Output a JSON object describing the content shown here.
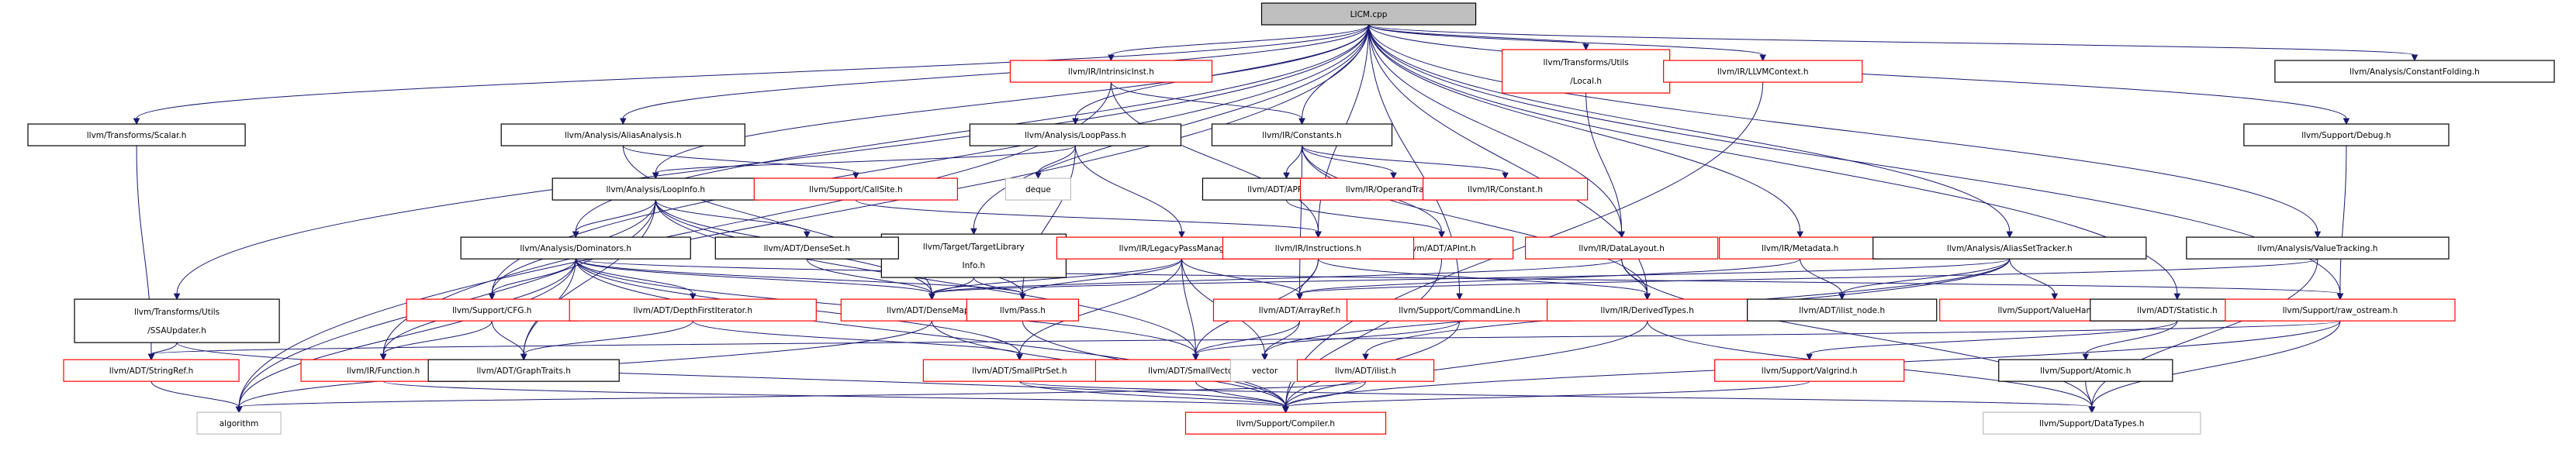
{
  "colors": {
    "edge": "#191970",
    "root_fill": "#bfbfbf",
    "border_documented": "#000000",
    "border_undocumented": "#ff0000",
    "border_external": "#bfbfbf"
  },
  "nodes": [
    {
      "id": "root",
      "label": [
        "LICM.cpp"
      ],
      "kind": "root"
    },
    {
      "id": "intrinsic",
      "label": [
        "llvm/IR/IntrinsicInst.h"
      ],
      "kind": "red"
    },
    {
      "id": "localh",
      "label": [
        "llvm/Transforms/Utils",
        "/Local.h"
      ],
      "kind": "red"
    },
    {
      "id": "llvmctx",
      "label": [
        "llvm/IR/LLVMContext.h"
      ],
      "kind": "red"
    },
    {
      "id": "constfold",
      "label": [
        "llvm/Analysis/ConstantFolding.h"
      ],
      "kind": "black"
    },
    {
      "id": "scalar",
      "label": [
        "llvm/Transforms/Scalar.h"
      ],
      "kind": "black"
    },
    {
      "id": "aliasan",
      "label": [
        "llvm/Analysis/AliasAnalysis.h"
      ],
      "kind": "black"
    },
    {
      "id": "looppass",
      "label": [
        "llvm/Analysis/LoopPass.h"
      ],
      "kind": "black"
    },
    {
      "id": "constants",
      "label": [
        "llvm/IR/Constants.h"
      ],
      "kind": "black"
    },
    {
      "id": "debug",
      "label": [
        "llvm/Support/Debug.h"
      ],
      "kind": "black"
    },
    {
      "id": "loopinfo",
      "label": [
        "llvm/Analysis/LoopInfo.h"
      ],
      "kind": "black"
    },
    {
      "id": "deque",
      "label": [
        "deque"
      ],
      "kind": "gray"
    },
    {
      "id": "callsite",
      "label": [
        "llvm/Support/CallSite.h"
      ],
      "kind": "red"
    },
    {
      "id": "apfloat",
      "label": [
        "llvm/ADT/APFloat.h"
      ],
      "kind": "black"
    },
    {
      "id": "opertraits",
      "label": [
        "llvm/IR/OperandTraits.h"
      ],
      "kind": "red"
    },
    {
      "id": "constanth",
      "label": [
        "llvm/IR/Constant.h"
      ],
      "kind": "red"
    },
    {
      "id": "apint",
      "label": [
        "llvm/ADT/APInt.h"
      ],
      "kind": "red"
    },
    {
      "id": "tli",
      "label": [
        "llvm/Target/TargetLibrary",
        "Info.h"
      ],
      "kind": "black"
    },
    {
      "id": "dominators",
      "label": [
        "llvm/Analysis/Dominators.h"
      ],
      "kind": "black"
    },
    {
      "id": "denseset",
      "label": [
        "llvm/ADT/DenseSet.h"
      ],
      "kind": "black"
    },
    {
      "id": "legacypm",
      "label": [
        "llvm/IR/LegacyPassManagers.h"
      ],
      "kind": "red"
    },
    {
      "id": "instructions",
      "label": [
        "llvm/IR/Instructions.h"
      ],
      "kind": "red"
    },
    {
      "id": "datalayout",
      "label": [
        "llvm/IR/DataLayout.h"
      ],
      "kind": "red"
    },
    {
      "id": "metadata",
      "label": [
        "llvm/IR/Metadata.h"
      ],
      "kind": "red"
    },
    {
      "id": "ast",
      "label": [
        "llvm/Analysis/AliasSetTracker.h"
      ],
      "kind": "black"
    },
    {
      "id": "valtrack",
      "label": [
        "llvm/Analysis/ValueTracking.h"
      ],
      "kind": "black"
    },
    {
      "id": "ssaupd",
      "label": [
        "llvm/Transforms/Utils",
        "/SSAUpdater.h"
      ],
      "kind": "black"
    },
    {
      "id": "supcfg",
      "label": [
        "llvm/Support/CFG.h"
      ],
      "kind": "red"
    },
    {
      "id": "dfiter",
      "label": [
        "llvm/ADT/DepthFirstIterator.h"
      ],
      "kind": "red"
    },
    {
      "id": "densemap",
      "label": [
        "llvm/ADT/DenseMap.h"
      ],
      "kind": "red"
    },
    {
      "id": "pass",
      "label": [
        "llvm/Pass.h"
      ],
      "kind": "red"
    },
    {
      "id": "arrayref",
      "label": [
        "llvm/ADT/ArrayRef.h"
      ],
      "kind": "red"
    },
    {
      "id": "cmdline",
      "label": [
        "llvm/Support/CommandLine.h"
      ],
      "kind": "red"
    },
    {
      "id": "derivedtypes",
      "label": [
        "llvm/IR/DerivedTypes.h"
      ],
      "kind": "red"
    },
    {
      "id": "ilistnode",
      "label": [
        "llvm/ADT/ilist_node.h"
      ],
      "kind": "black"
    },
    {
      "id": "valhandle",
      "label": [
        "llvm/Support/ValueHandle.h"
      ],
      "kind": "red"
    },
    {
      "id": "statistic",
      "label": [
        "llvm/ADT/Statistic.h"
      ],
      "kind": "black"
    },
    {
      "id": "rawos",
      "label": [
        "llvm/Support/raw_ostream.h"
      ],
      "kind": "red"
    },
    {
      "id": "stringref",
      "label": [
        "llvm/ADT/StringRef.h"
      ],
      "kind": "red"
    },
    {
      "id": "function",
      "label": [
        "llvm/IR/Function.h"
      ],
      "kind": "red"
    },
    {
      "id": "graphtraits",
      "label": [
        "llvm/ADT/GraphTraits.h"
      ],
      "kind": "black"
    },
    {
      "id": "smallptrset",
      "label": [
        "llvm/ADT/SmallPtrSet.h"
      ],
      "kind": "red"
    },
    {
      "id": "smallvector",
      "label": [
        "llvm/ADT/SmallVector.h"
      ],
      "kind": "red"
    },
    {
      "id": "vector",
      "label": [
        "vector"
      ],
      "kind": "gray"
    },
    {
      "id": "ilist",
      "label": [
        "llvm/ADT/ilist.h"
      ],
      "kind": "red"
    },
    {
      "id": "valgrind",
      "label": [
        "llvm/Support/Valgrind.h"
      ],
      "kind": "red"
    },
    {
      "id": "atomic",
      "label": [
        "llvm/Support/Atomic.h"
      ],
      "kind": "black"
    },
    {
      "id": "algorithm",
      "label": [
        "algorithm"
      ],
      "kind": "gray"
    },
    {
      "id": "compiler",
      "label": [
        "llvm/Support/Compiler.h"
      ],
      "kind": "red"
    },
    {
      "id": "datatypes",
      "label": [
        "llvm/Support/DataTypes.h"
      ],
      "kind": "gray"
    }
  ],
  "edges": [
    [
      "root",
      "algorithm"
    ],
    [
      "root",
      "scalar"
    ],
    [
      "root",
      "ssaupd"
    ],
    [
      "root",
      "supcfg"
    ],
    [
      "root",
      "aliasan"
    ],
    [
      "root",
      "dominators"
    ],
    [
      "root",
      "loopinfo"
    ],
    [
      "root",
      "intrinsic"
    ],
    [
      "root",
      "looppass"
    ],
    [
      "root",
      "tli"
    ],
    [
      "root",
      "instructions"
    ],
    [
      "root",
      "constants"
    ],
    [
      "root",
      "localh"
    ],
    [
      "root",
      "datalayout"
    ],
    [
      "root",
      "llvmctx"
    ],
    [
      "root",
      "metadata"
    ],
    [
      "root",
      "cmdline"
    ],
    [
      "root",
      "derivedtypes"
    ],
    [
      "root",
      "ast"
    ],
    [
      "root",
      "valtrack"
    ],
    [
      "root",
      "statistic"
    ],
    [
      "root",
      "constfold"
    ],
    [
      "root",
      "debug"
    ],
    [
      "root",
      "rawos"
    ],
    [
      "intrinsic",
      "constants"
    ],
    [
      "intrinsic",
      "function"
    ],
    [
      "intrinsic",
      "instructions"
    ],
    [
      "localh",
      "datalayout"
    ],
    [
      "llvmctx",
      "compiler"
    ],
    [
      "scalar",
      "stringref"
    ],
    [
      "aliasan",
      "callsite"
    ],
    [
      "aliasan",
      "densemap"
    ],
    [
      "looppass",
      "loopinfo"
    ],
    [
      "looppass",
      "deque"
    ],
    [
      "looppass",
      "legacypm"
    ],
    [
      "looppass",
      "pass"
    ],
    [
      "constants",
      "apfloat"
    ],
    [
      "constants",
      "opertraits"
    ],
    [
      "constants",
      "constanth"
    ],
    [
      "constants",
      "apint"
    ],
    [
      "constants",
      "derivedtypes"
    ],
    [
      "constants",
      "arrayref"
    ],
    [
      "debug",
      "rawos"
    ],
    [
      "loopinfo",
      "dominators"
    ],
    [
      "loopinfo",
      "denseset"
    ],
    [
      "loopinfo",
      "densemap"
    ],
    [
      "loopinfo",
      "pass"
    ],
    [
      "loopinfo",
      "graphtraits"
    ],
    [
      "loopinfo",
      "smallvector"
    ],
    [
      "loopinfo",
      "algorithm"
    ],
    [
      "loopinfo",
      "supcfg"
    ],
    [
      "callsite",
      "instructions"
    ],
    [
      "apfloat",
      "apint"
    ],
    [
      "apint",
      "compiler"
    ],
    [
      "tli",
      "densemap"
    ],
    [
      "tli",
      "pass"
    ],
    [
      "dominators",
      "densemap"
    ],
    [
      "dominators",
      "dfiter"
    ],
    [
      "dominators",
      "graphtraits"
    ],
    [
      "dominators",
      "smallptrset"
    ],
    [
      "dominators",
      "smallvector"
    ],
    [
      "dominators",
      "supcfg"
    ],
    [
      "dominators",
      "function"
    ],
    [
      "dominators",
      "pass"
    ],
    [
      "dominators",
      "rawos"
    ],
    [
      "dominators",
      "compiler"
    ],
    [
      "dominators",
      "algorithm"
    ],
    [
      "denseset",
      "densemap"
    ],
    [
      "legacypm",
      "densemap"
    ],
    [
      "legacypm",
      "smallvector"
    ],
    [
      "legacypm",
      "arrayref"
    ],
    [
      "legacypm",
      "pass"
    ],
    [
      "legacypm",
      "smallptrset"
    ],
    [
      "legacypm",
      "vector"
    ],
    [
      "instructions",
      "arrayref"
    ],
    [
      "instructions",
      "derivedtypes"
    ],
    [
      "instructions",
      "smallvector"
    ],
    [
      "datalayout",
      "densemap"
    ],
    [
      "datalayout",
      "derivedtypes"
    ],
    [
      "datalayout",
      "datatypes"
    ],
    [
      "metadata",
      "arrayref"
    ],
    [
      "metadata",
      "ilistnode"
    ],
    [
      "ast",
      "densemap"
    ],
    [
      "ast",
      "ilist"
    ],
    [
      "ast",
      "ilistnode"
    ],
    [
      "ast",
      "valhandle"
    ],
    [
      "ast",
      "vector"
    ],
    [
      "valtrack",
      "arrayref"
    ],
    [
      "valtrack",
      "datatypes"
    ],
    [
      "ssaupd",
      "stringref"
    ],
    [
      "ssaupd",
      "compiler"
    ],
    [
      "supcfg",
      "function"
    ],
    [
      "supcfg",
      "graphtraits"
    ],
    [
      "dfiter",
      "graphtraits"
    ],
    [
      "dfiter",
      "smallptrset"
    ],
    [
      "densemap",
      "compiler"
    ],
    [
      "densemap",
      "algorithm"
    ],
    [
      "pass",
      "compiler"
    ],
    [
      "arrayref",
      "smallvector"
    ],
    [
      "arrayref",
      "vector"
    ],
    [
      "cmdline",
      "smallvector"
    ],
    [
      "cmdline",
      "compiler"
    ],
    [
      "derivedtypes",
      "compiler"
    ],
    [
      "derivedtypes",
      "datatypes"
    ],
    [
      "statistic",
      "atomic"
    ],
    [
      "statistic",
      "valgrind"
    ],
    [
      "rawos",
      "stringref"
    ],
    [
      "rawos",
      "compiler"
    ],
    [
      "rawos",
      "datatypes"
    ],
    [
      "stringref",
      "algorithm"
    ],
    [
      "function",
      "compiler"
    ],
    [
      "smallptrset",
      "compiler"
    ],
    [
      "smallptrset",
      "datatypes"
    ],
    [
      "smallvector",
      "compiler"
    ],
    [
      "ilist",
      "compiler"
    ],
    [
      "ilist",
      "algorithm"
    ],
    [
      "valgrind",
      "compiler"
    ],
    [
      "atomic",
      "datatypes"
    ]
  ]
}
